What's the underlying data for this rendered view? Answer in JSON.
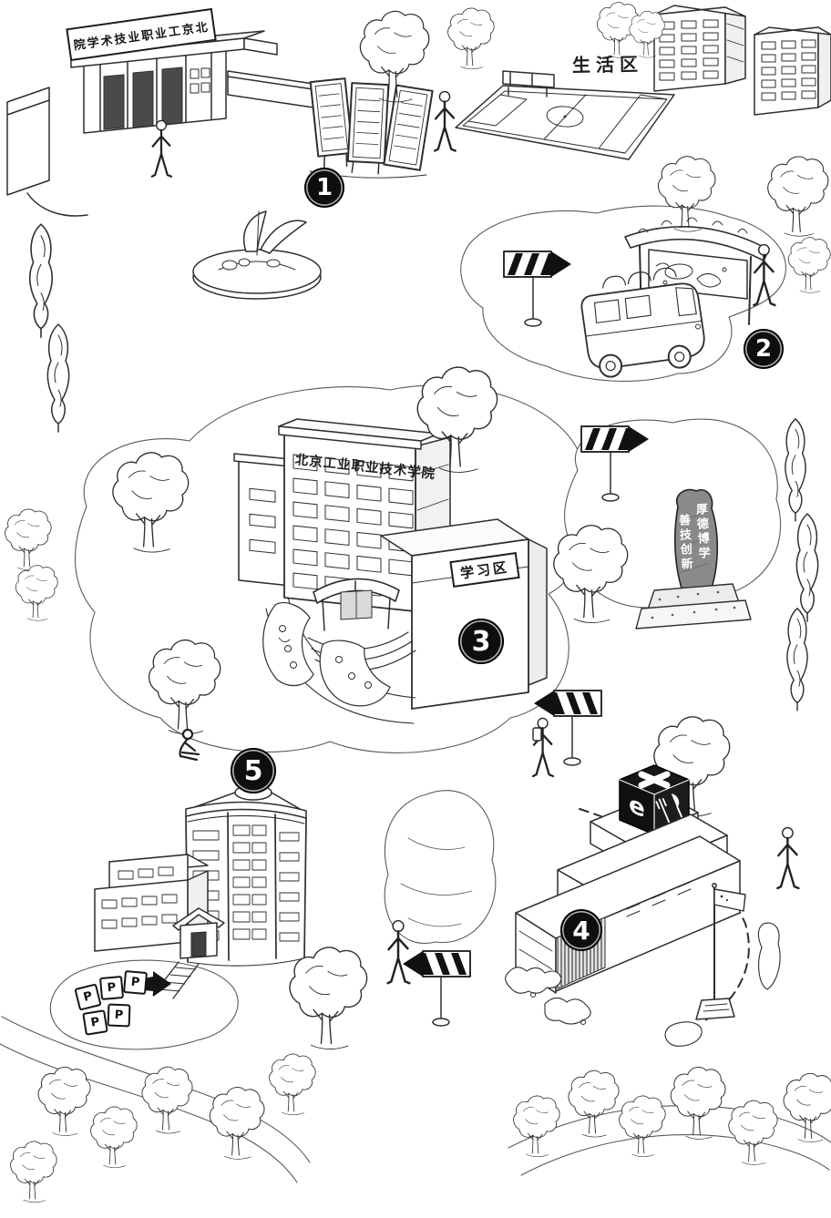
{
  "colors": {
    "ink": "#2e2e2e",
    "paper": "#ffffff",
    "marker_bg": "#0e0e0e",
    "marker_fg": "#ffffff",
    "stone_fill": "#8a8a8a"
  },
  "gate": {
    "sign_text": "院学术技业职业工京北"
  },
  "zones": {
    "living_label": "生活区",
    "study_label": "学习区"
  },
  "building": {
    "name_sign": "北京工业职业技术学院"
  },
  "monument": {
    "column_right": "厚德博学",
    "column_left": "善技创新"
  },
  "markers": [
    "1",
    "2",
    "3",
    "4",
    "5"
  ],
  "icons": {
    "medical_cross": "+",
    "e_service": "e",
    "restaurant": "fork-knife",
    "parking": "P",
    "parking_arrow": "right-arrow",
    "direction_sign": "striped-arrow"
  },
  "parking": {
    "spots": [
      "P",
      "P",
      "P",
      "P",
      "P"
    ]
  }
}
